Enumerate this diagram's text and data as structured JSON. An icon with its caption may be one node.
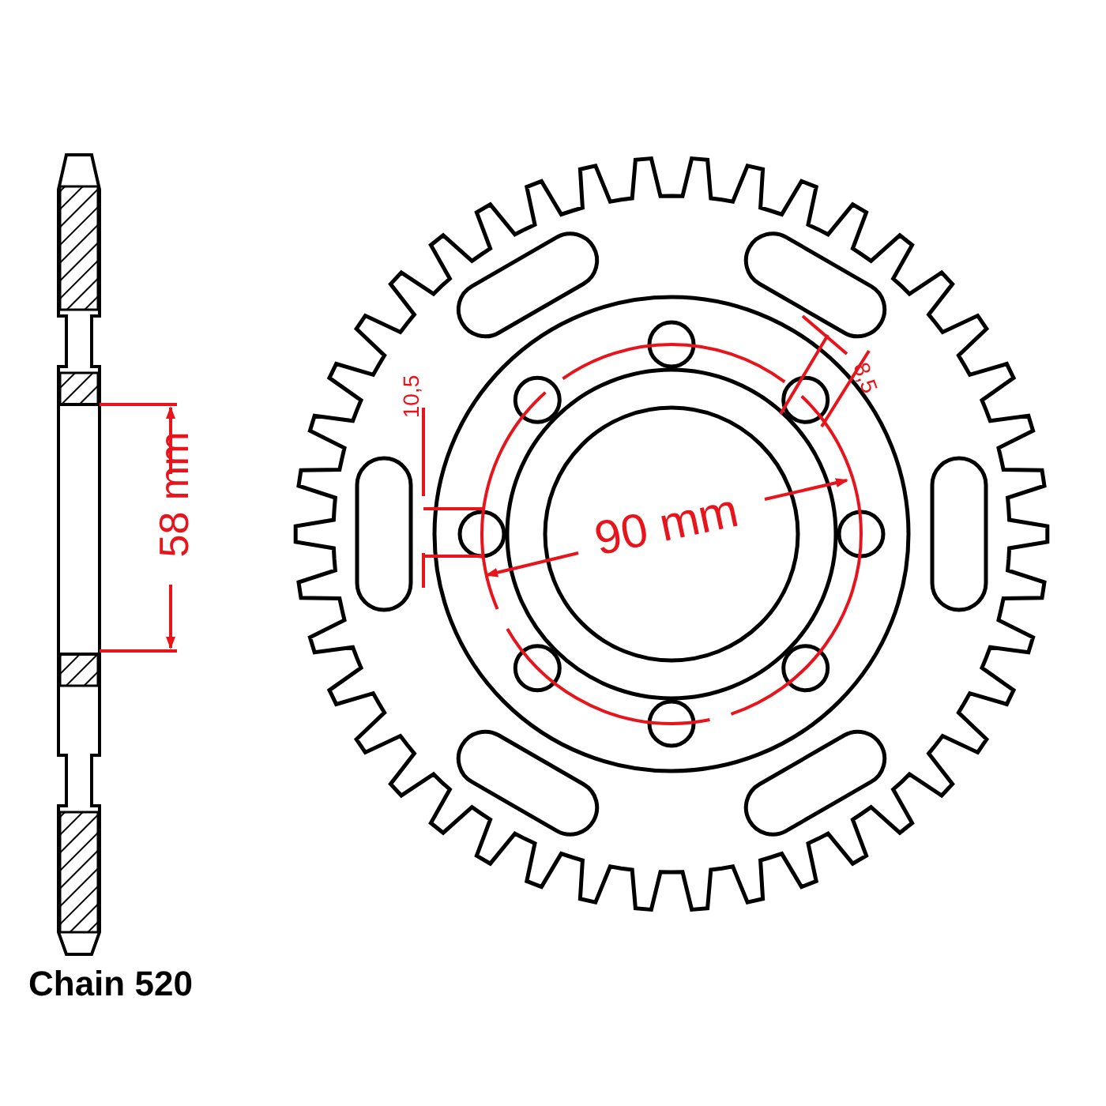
{
  "diagram": {
    "labels": [
      "58 mm",
      "10,5",
      "8,5",
      "90 mm",
      "Chain 520"
    ]
  }
}
